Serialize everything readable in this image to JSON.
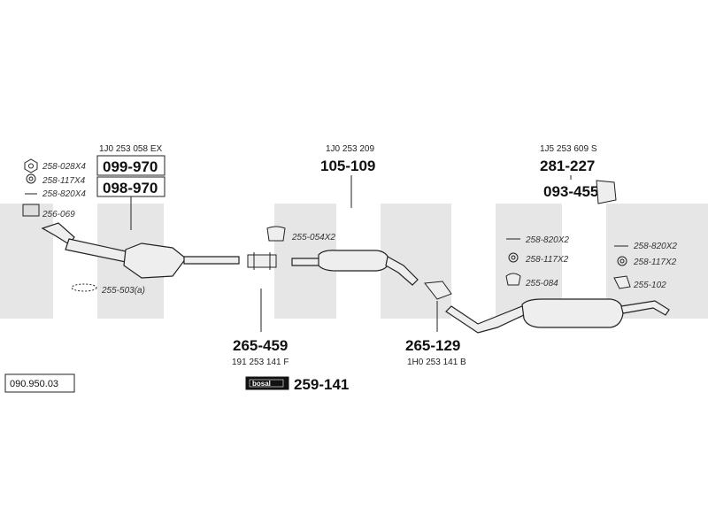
{
  "reference": "090.950.03",
  "watermark": "bosal",
  "groups": {
    "front": {
      "oem": "1J0 253 058 EX",
      "parts": [
        "099-970",
        "098-970"
      ],
      "fittings": [
        "258-028X4",
        "258-117X4",
        "258-820X4",
        "256-069"
      ],
      "gasket": "255-503(a)"
    },
    "middle": {
      "oem": "1J0 253 209",
      "part": "105-109",
      "clamp": "255-054X2"
    },
    "rear": {
      "oem": "1J5 253 609 S",
      "part": "281-227",
      "bracket": "093-455",
      "left_fittings": [
        "258-820X2",
        "258-117X2",
        "255-084"
      ],
      "right_fittings": [
        "258-820X2",
        "258-117X2",
        "255-102"
      ]
    },
    "clamp1": {
      "part": "265-459",
      "oem": "191 253 141 F"
    },
    "clamp2": {
      "part": "265-129",
      "oem": "1H0 253 141 B"
    },
    "paste": {
      "brand": "bosal",
      "part": "259-141"
    }
  }
}
